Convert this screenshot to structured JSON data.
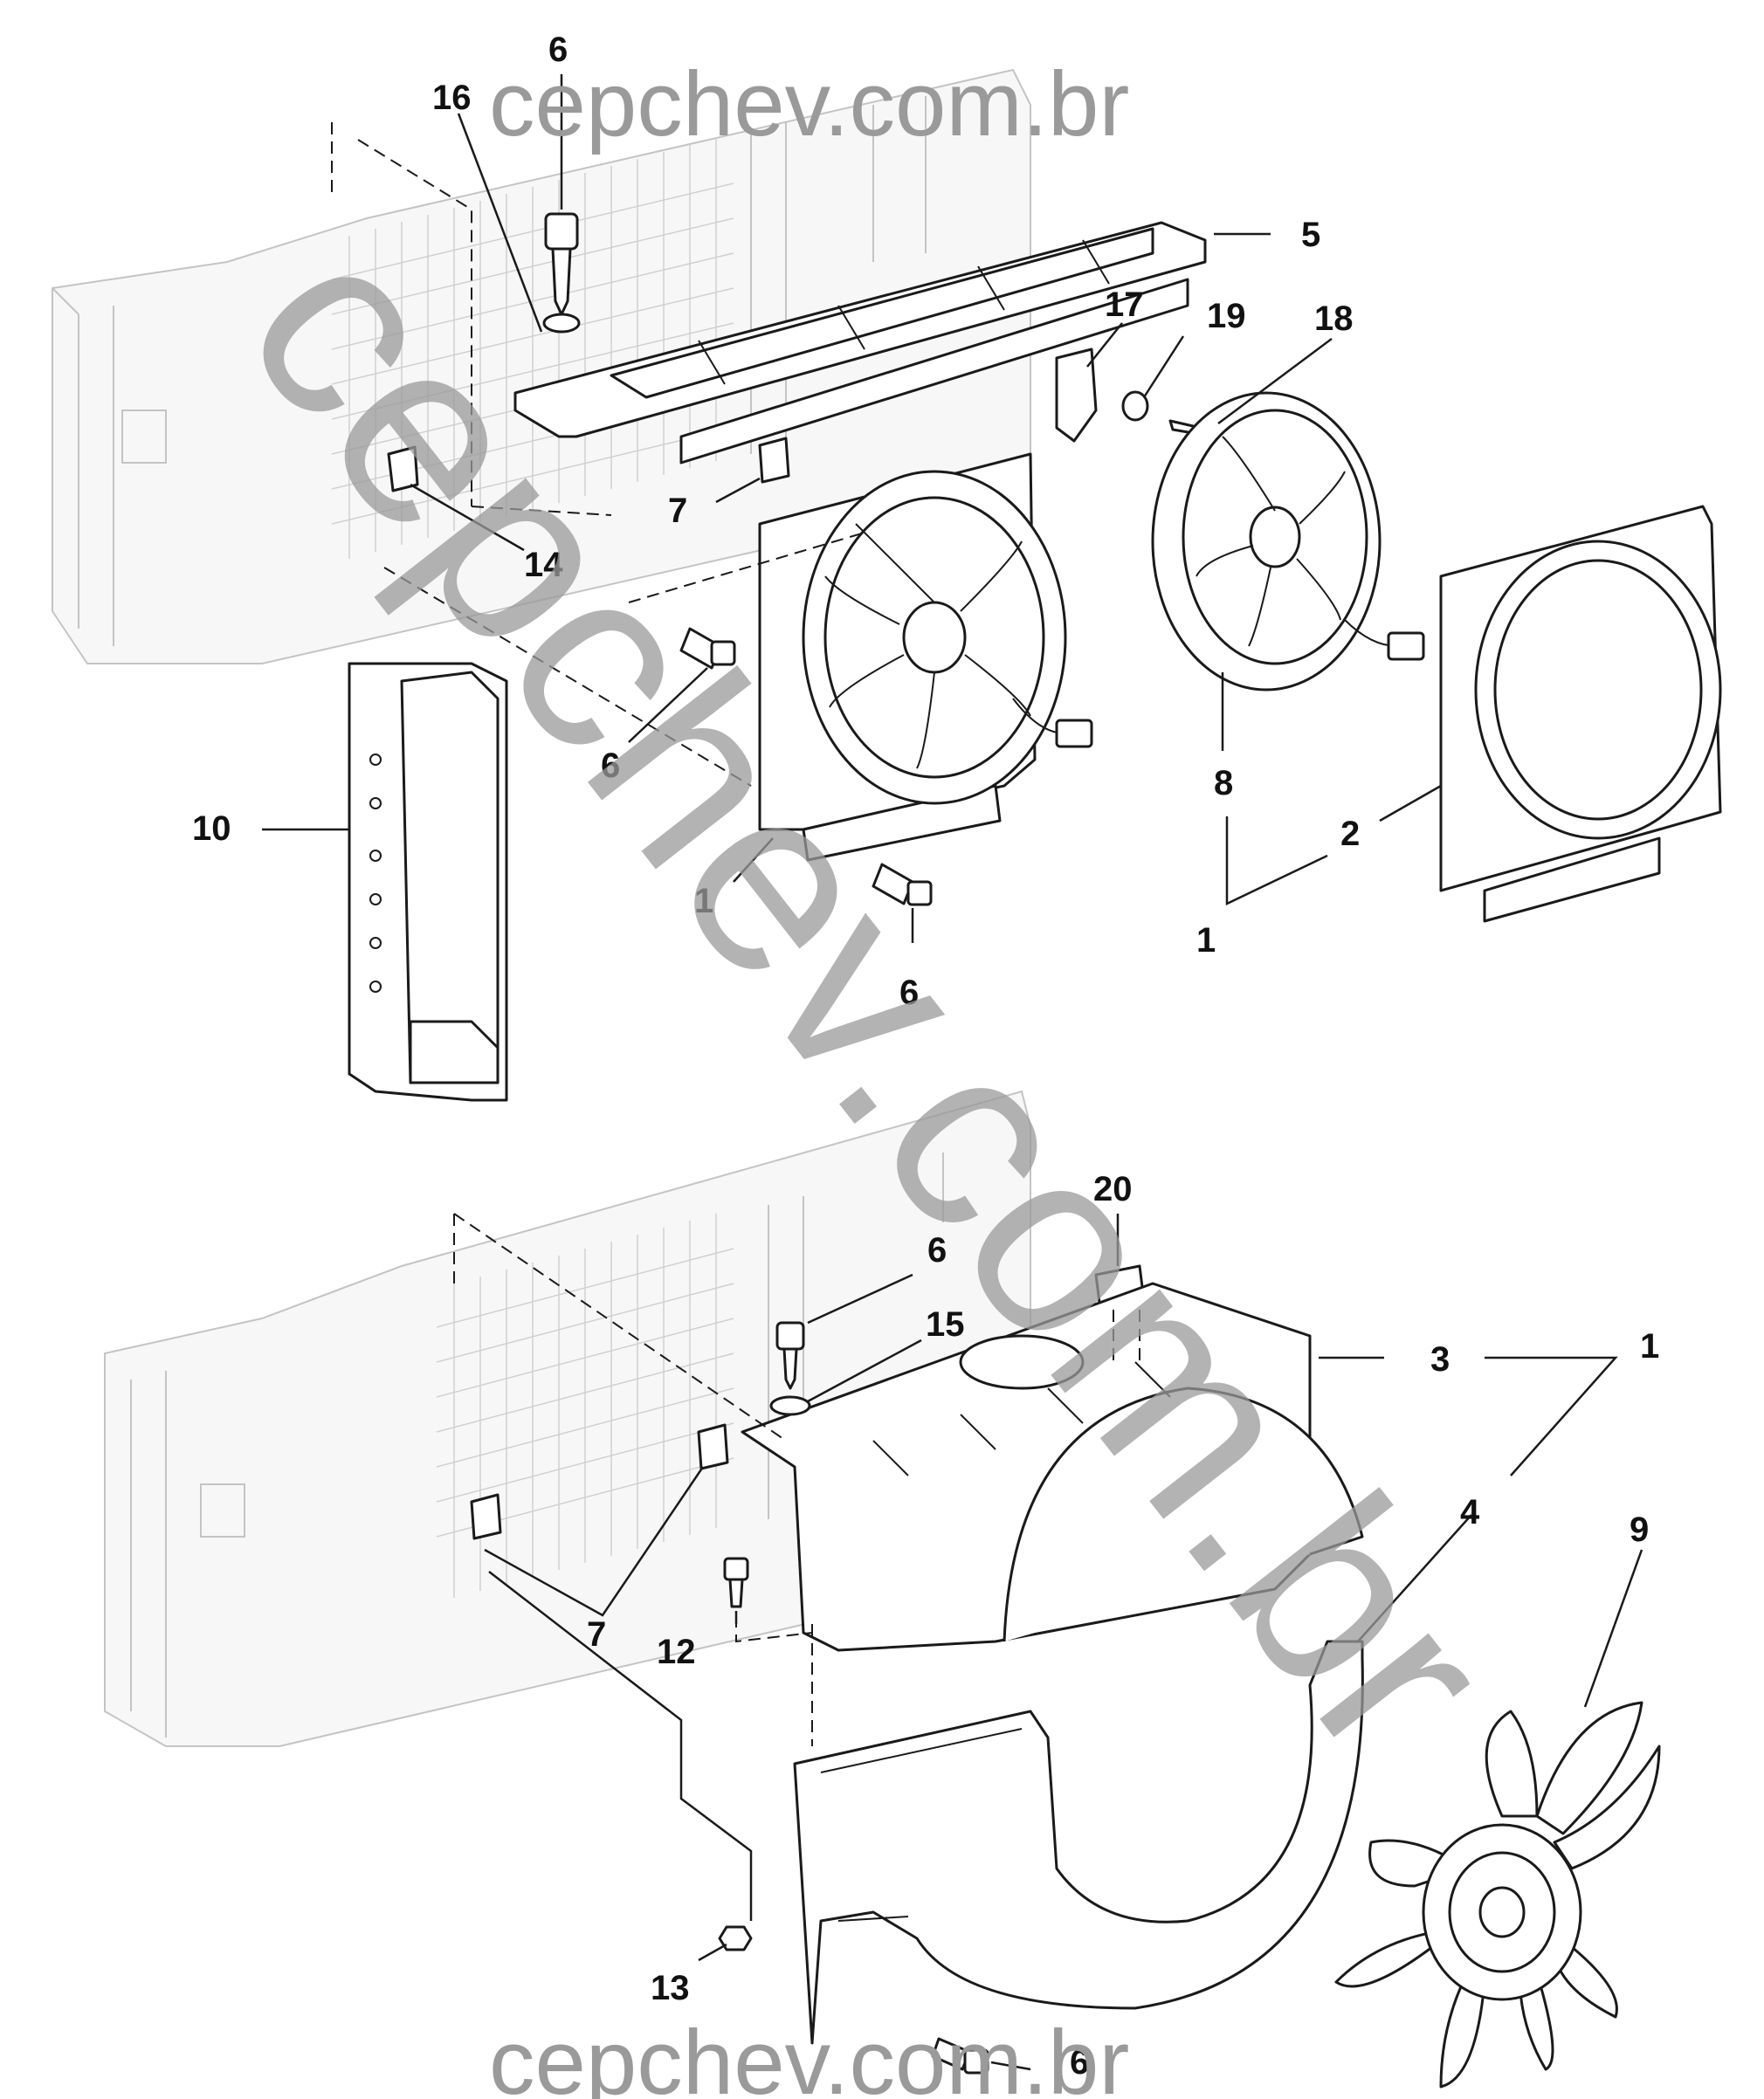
{
  "watermark": {
    "top": "cepchev.com.br",
    "bottom": "cepchev.com.br",
    "diagonal": "cepchev.com.br"
  },
  "callouts": {
    "c6_top": "6",
    "c16": "16",
    "c5": "5",
    "c17": "17",
    "c19": "19",
    "c18": "18",
    "c7_upper": "7",
    "c14": "14",
    "c6_left": "6",
    "c10": "10",
    "c1_left": "1",
    "c6_mid": "6",
    "c8": "8",
    "c2": "2",
    "c1_right": "1",
    "c20": "20",
    "c6_lower": "6",
    "c15": "15",
    "c3": "3",
    "c1_lower": "1",
    "c4": "4",
    "c9": "9",
    "c7_lower": "7",
    "c12": "12",
    "c13": "13",
    "c6_bottom": "6"
  }
}
